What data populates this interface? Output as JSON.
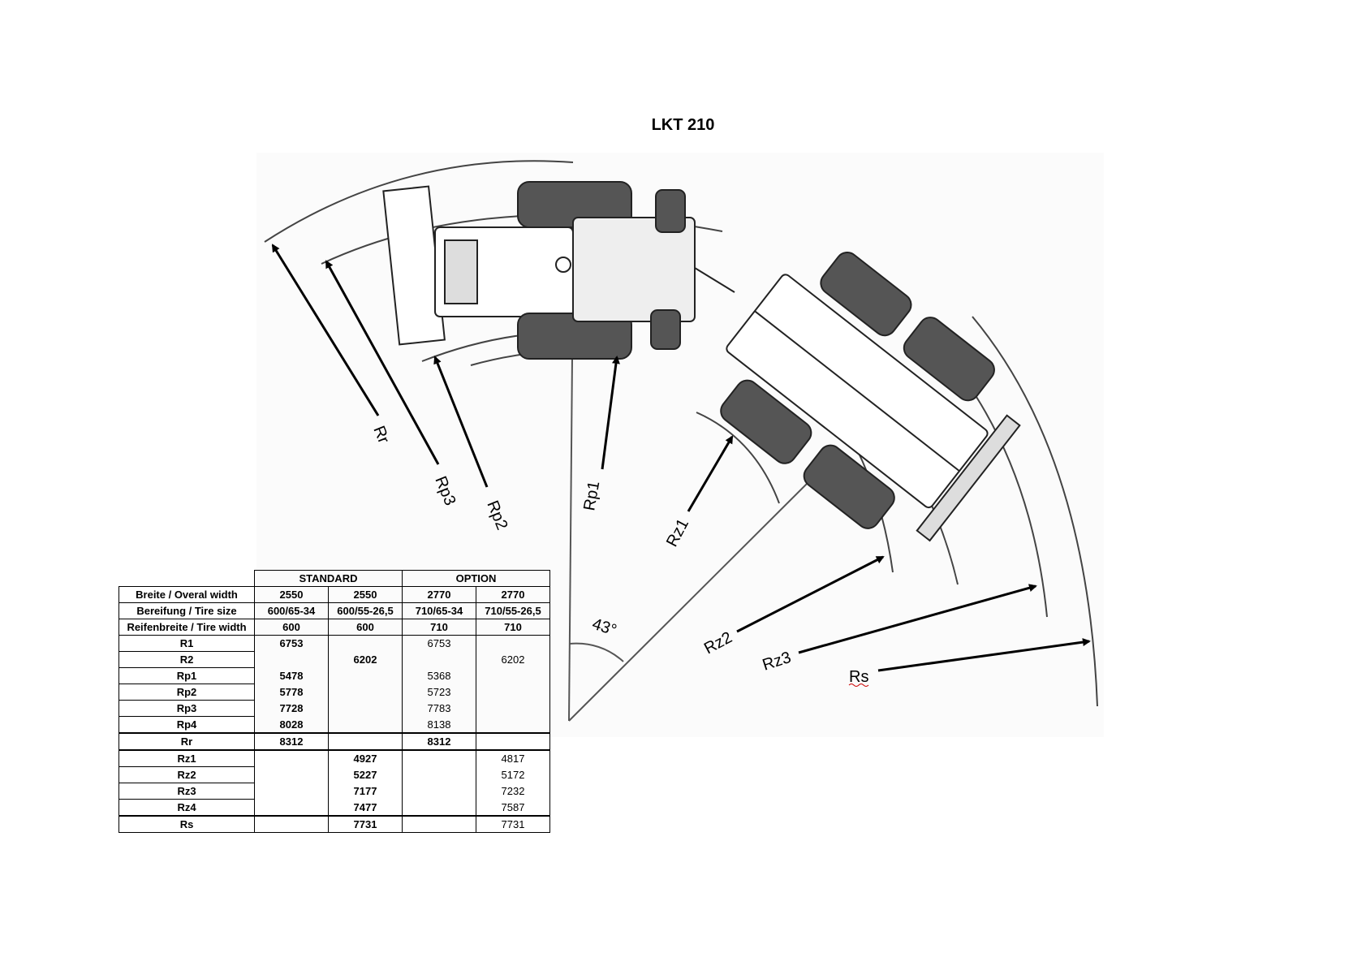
{
  "title": "LKT 210",
  "diagram": {
    "angle_label": "43°",
    "radius_labels": {
      "rr": "Rr",
      "rp3": "Rp3",
      "rp2": "Rp2",
      "rp1": "Rp1",
      "rz1": "Rz1",
      "rz2": "Rz2",
      "rz3": "Rz3",
      "rs": "Rs"
    }
  },
  "table": {
    "group_headers": {
      "standard": "STANDARD",
      "option": "OPTION"
    },
    "rows": [
      {
        "label": "Breite / Overal width",
        "values": [
          "2550",
          "2550",
          "2770",
          "2770"
        ]
      },
      {
        "label": "Bereifung / Tire size",
        "values": [
          "600/65-34",
          "600/55-26,5",
          "710/65-34",
          "710/55-26,5"
        ]
      },
      {
        "label": "Reifenbreite / Tire width",
        "values": [
          "600",
          "600",
          "710",
          "710"
        ]
      },
      {
        "label": "R1",
        "values": [
          "6753",
          "",
          "6753",
          ""
        ]
      },
      {
        "label": "R2",
        "values": [
          "",
          "6202",
          "",
          "6202"
        ]
      },
      {
        "label": "Rp1",
        "values": [
          "5478",
          "",
          "5368",
          ""
        ]
      },
      {
        "label": "Rp2",
        "values": [
          "5778",
          "",
          "5723",
          ""
        ]
      },
      {
        "label": "Rp3",
        "values": [
          "7728",
          "",
          "7783",
          ""
        ]
      },
      {
        "label": "Rp4",
        "values": [
          "8028",
          "",
          "8138",
          ""
        ]
      },
      {
        "label": "Rr",
        "values": [
          "8312",
          "",
          "8312",
          ""
        ]
      },
      {
        "label": "Rz1",
        "values": [
          "",
          "4927",
          "",
          "4817"
        ]
      },
      {
        "label": "Rz2",
        "values": [
          "",
          "5227",
          "",
          "5172"
        ]
      },
      {
        "label": "Rz3",
        "values": [
          "",
          "7177",
          "",
          "7232"
        ]
      },
      {
        "label": "Rz4",
        "values": [
          "",
          "7477",
          "",
          "7587"
        ]
      },
      {
        "label": "Rs",
        "values": [
          "",
          "7731",
          "",
          "7731"
        ]
      }
    ]
  }
}
